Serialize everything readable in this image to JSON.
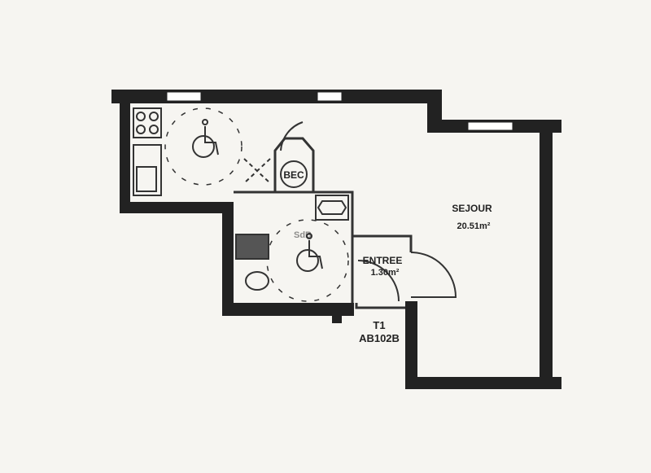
{
  "rooms": {
    "sejour": {
      "name": "SEJOUR",
      "area": "20.51m²"
    },
    "entree": {
      "name": "ENTREE",
      "area": "1.30m²"
    },
    "sdb": {
      "name": "SdB"
    },
    "bec": {
      "label": "BEC"
    }
  },
  "unit": {
    "type": "T1",
    "reference": "AB102B"
  },
  "colors": {
    "wall": "#222222",
    "paper": "#f6f5f1",
    "line": "#333333"
  }
}
